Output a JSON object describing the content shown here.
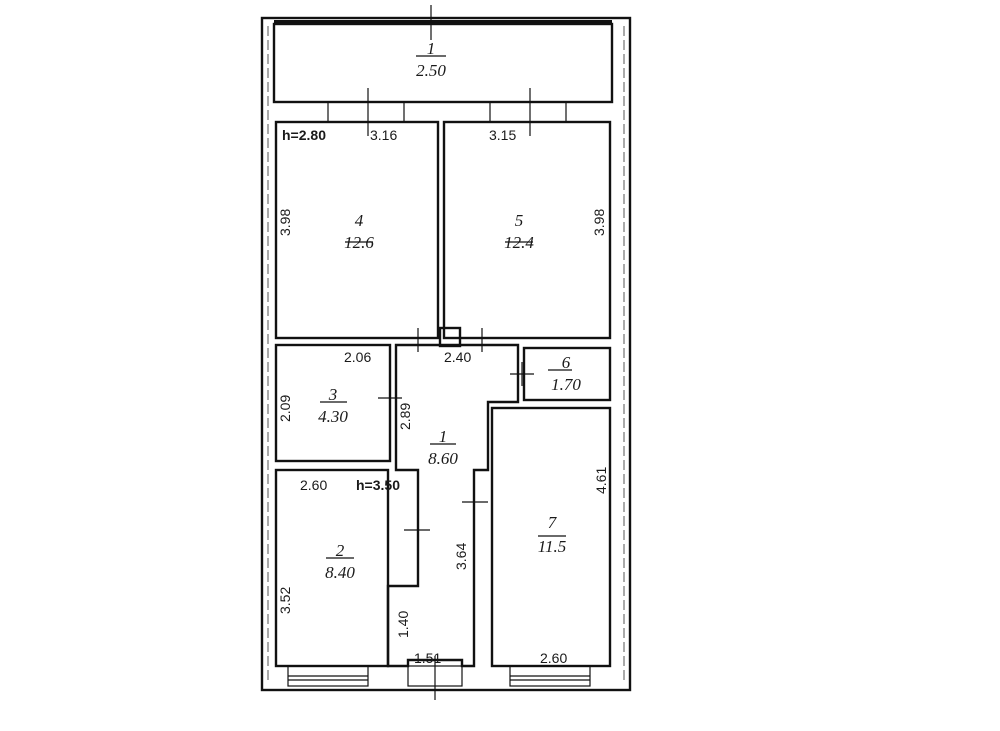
{
  "rooms": [
    {
      "id": "1-balcony",
      "number": "1",
      "area": "2.50"
    },
    {
      "id": "4",
      "number": "4",
      "area": "12.6"
    },
    {
      "id": "5",
      "number": "5",
      "area": "12.4"
    },
    {
      "id": "3",
      "number": "3",
      "area": "4.30"
    },
    {
      "id": "1-hall",
      "number": "1",
      "area": "8.60"
    },
    {
      "id": "6",
      "number": "6",
      "area": "1.70"
    },
    {
      "id": "7",
      "number": "7",
      "area": "11.5"
    },
    {
      "id": "2",
      "number": "2",
      "area": "8.40"
    }
  ],
  "dimensions": {
    "h_top": "h=2.80",
    "r4_width": "3.16",
    "r5_width": "3.15",
    "r4_height": "3.98",
    "r5_height": "3.98",
    "r3_width": "2.06",
    "hall_width": "2.40",
    "r3_height": "2.09",
    "r3_inner": "2.89",
    "r7_height": "4.61",
    "r2_width": "2.60",
    "h_bottom": "h=3.50",
    "hall_length": "3.64",
    "r2_height": "3.52",
    "hall_notch": "1.40",
    "hall_bottom": "1.51",
    "r7_width": "2.60"
  }
}
